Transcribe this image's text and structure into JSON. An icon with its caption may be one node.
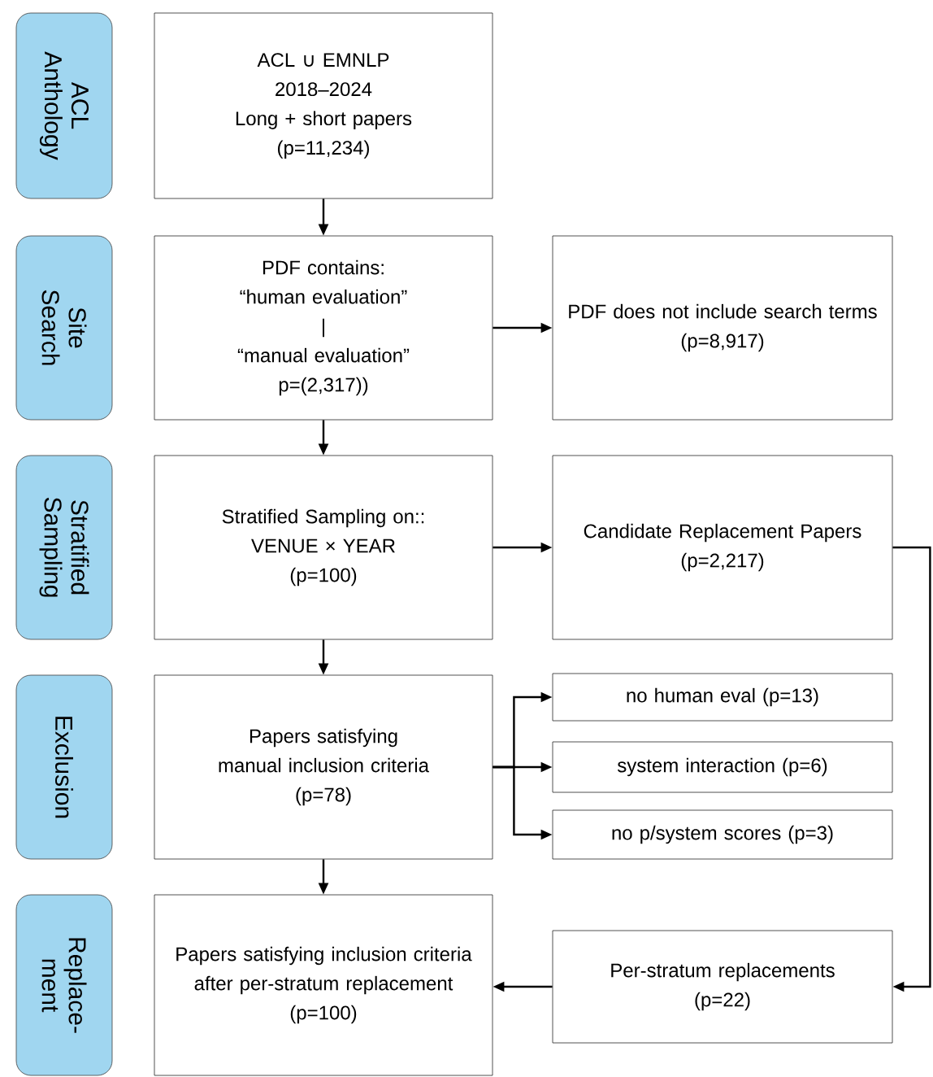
{
  "diagram": {
    "nodes": [
      {
        "text": [
          "ACL Anthology"
        ]
      },
      {
        "text": [
          "ACL ∪ EMNLP",
          "2018–2024",
          "Long + short papers",
          "(p=11,234)"
        ]
      },
      {
        "text": [
          "Site Search"
        ]
      },
      {
        "text": [
          "PDF contains:",
          "“human evaluation”",
          "|",
          "“manual evaluation”",
          "p=(2,317))"
        ]
      },
      {
        "text": [
          "PDF does not include search terms",
          "(p=8,917)"
        ]
      },
      {
        "text": [
          "Stratified Sampling"
        ]
      },
      {
        "text": [
          "Stratified Sampling on::",
          "VENUE × YEAR",
          "(p=100)"
        ]
      },
      {
        "text": [
          "Candidate Replacement Papers",
          "(p=2,217)"
        ]
      },
      {
        "text": [
          "Exclusion"
        ]
      },
      {
        "text": [
          "Papers satisfying manual inclusion criteria",
          "(p=78)"
        ]
      },
      {
        "text": [
          "no human eval (p=13)"
        ]
      },
      {
        "text": [
          "system interaction (p=6)"
        ]
      },
      {
        "text": [
          "no p/system scores (p=3)"
        ]
      },
      {
        "text": [
          "Replace- ment"
        ]
      },
      {
        "text": [
          "Papers satisfying inclusion criteria after per-stratum replacement",
          "(p=100)"
        ]
      },
      {
        "text": [
          "Per-stratum replacements",
          "(p=22)"
        ]
      }
    ],
    "edges": [
      {
        "from": 1,
        "to": 3,
        "arrow": "to"
      },
      {
        "from": 3,
        "to": 4,
        "arrow": "to"
      },
      {
        "from": 3,
        "to": 6,
        "arrow": "to"
      },
      {
        "from": 6,
        "to": 7,
        "arrow": "to"
      },
      {
        "from": 6,
        "to": 9,
        "arrow": "to"
      },
      {
        "from": 9,
        "to": 10,
        "arrow": "to"
      },
      {
        "from": 9,
        "to": 11,
        "arrow": "to"
      },
      {
        "from": 9,
        "to": 12,
        "arrow": "to"
      },
      {
        "from": 9,
        "to": 14,
        "arrow": "to"
      },
      {
        "from": 7,
        "to": 15,
        "arrow": "to"
      },
      {
        "from": 15,
        "to": 14,
        "arrow": "to"
      }
    ]
  }
}
